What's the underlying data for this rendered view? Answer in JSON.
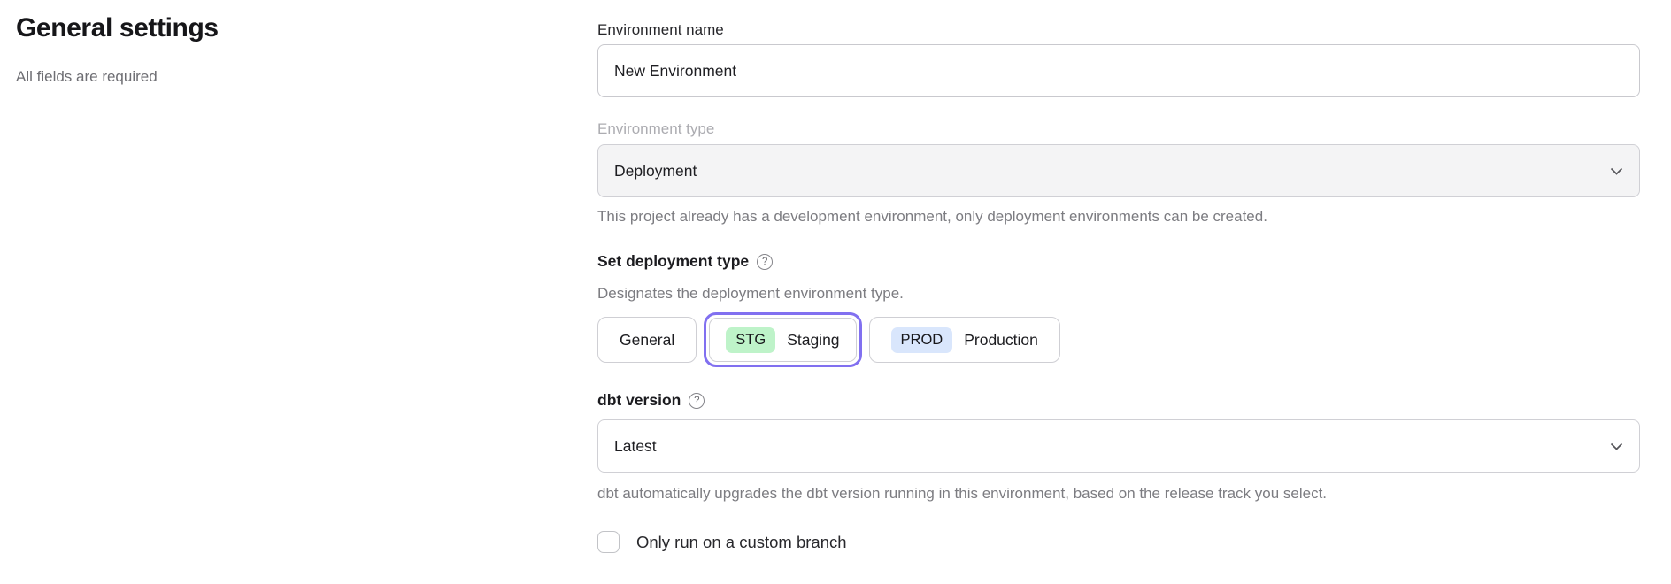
{
  "header": {
    "title": "General settings",
    "subtitle": "All fields are required"
  },
  "form": {
    "environment_name": {
      "label": "Environment name",
      "value": "New Environment"
    },
    "environment_type": {
      "label": "Environment type",
      "value": "Deployment",
      "disabled": true,
      "helper": "This project already has a development environment, only deployment environments can be created."
    },
    "deployment_type": {
      "label": "Set deployment type",
      "help_glyph": "?",
      "helper": "Designates the deployment environment type.",
      "options": [
        {
          "label": "General",
          "badge": "",
          "selected": false
        },
        {
          "label": "Staging",
          "badge": "STG",
          "selected": true
        },
        {
          "label": "Production",
          "badge": "PROD",
          "selected": false
        }
      ],
      "selected_option": "Staging"
    },
    "dbt_version": {
      "label": "dbt version",
      "help_glyph": "?",
      "value": "Latest",
      "helper": "dbt automatically upgrades the dbt version running in this environment, based on the release track you select."
    },
    "custom_branch": {
      "label": "Only run on a custom branch",
      "checked": false
    }
  },
  "colors": {
    "selected_ring": "#8170f0",
    "badge_staging_bg": "#bef3c9",
    "badge_production_bg": "#d9e6fc",
    "disabled_field_bg": "#f4f4f5"
  }
}
